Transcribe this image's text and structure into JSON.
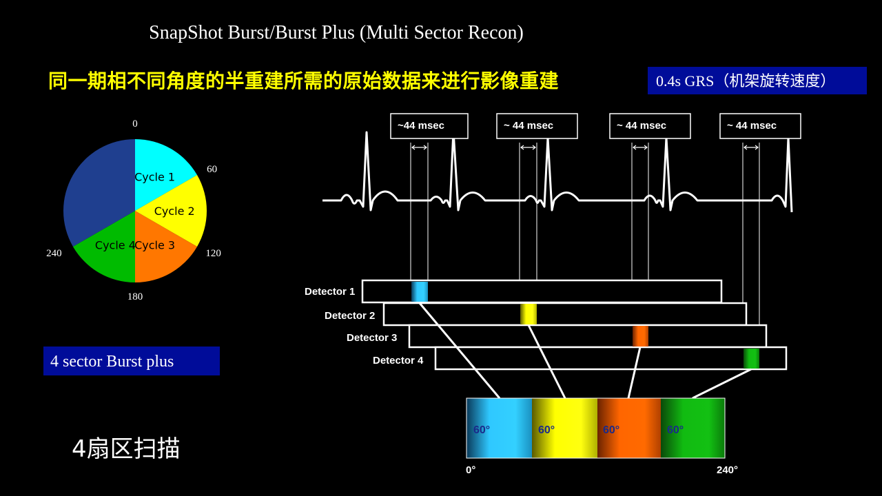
{
  "title": "SnapShot Burst/Burst Plus (Multi Sector Recon)",
  "subtitle": "同一期相不同角度的半重建所需的原始数据来进行影像重建",
  "grs_label": "0.4s GRS（机架旋转速度）",
  "sector_label": "4 sector Burst plus",
  "footer_label": "4扇区扫描",
  "pie": {
    "slices": [
      {
        "label": "Cycle 1",
        "start": 0,
        "end": 60,
        "color": "#00ffff"
      },
      {
        "label": "Cycle 2",
        "start": 60,
        "end": 120,
        "color": "#ffff00"
      },
      {
        "label": "Cycle 3",
        "start": 120,
        "end": 180,
        "color": "#ff7700"
      },
      {
        "label": "Cycle 4",
        "start": 180,
        "end": 240,
        "color": "#00bb00"
      },
      {
        "label": "",
        "start": 240,
        "end": 360,
        "color": "#1f3f8f"
      }
    ],
    "ticks": [
      "0",
      "60",
      "120",
      "180",
      "240"
    ]
  },
  "msec_labels": [
    "~44 msec",
    "~ 44 msec",
    "~ 44 msec",
    "~ 44 msec"
  ],
  "detectors": [
    "Detector 1",
    "Detector 2",
    "Detector 3",
    "Detector 4"
  ],
  "segment_colors": [
    "#2fc8ff",
    "#ffff00",
    "#ff6600",
    "#11bb11"
  ],
  "segments": [
    {
      "label": "60°",
      "color": "#2fc8ff"
    },
    {
      "label": "60°",
      "color": "#ffff00"
    },
    {
      "label": "60°",
      "color": "#ff6600"
    },
    {
      "label": "60°",
      "color": "#11bb11"
    }
  ],
  "axis": {
    "start": "0°",
    "end": "240°"
  }
}
